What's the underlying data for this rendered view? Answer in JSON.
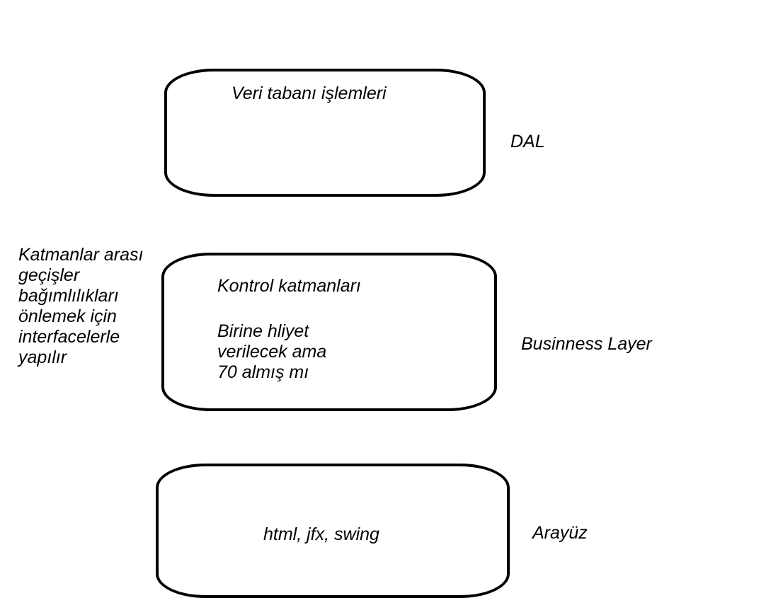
{
  "layers": {
    "dal": {
      "box_text": "Veri tabanı işlemleri",
      "label": "DAL"
    },
    "business": {
      "title": "Kontrol katmanları",
      "description_lines": [
        "Birine hliyet",
        "verilecek ama",
        "70 almış mı"
      ],
      "label": "Businness Layer"
    },
    "ui": {
      "box_text": "html, jfx, swing",
      "label": "Arayüz"
    }
  },
  "side_note": {
    "lines": [
      "Katmanlar arası",
      "geçişler",
      "bağımlılıkları",
      "önlemek için",
      "interfacelerle",
      "yapılır"
    ]
  }
}
